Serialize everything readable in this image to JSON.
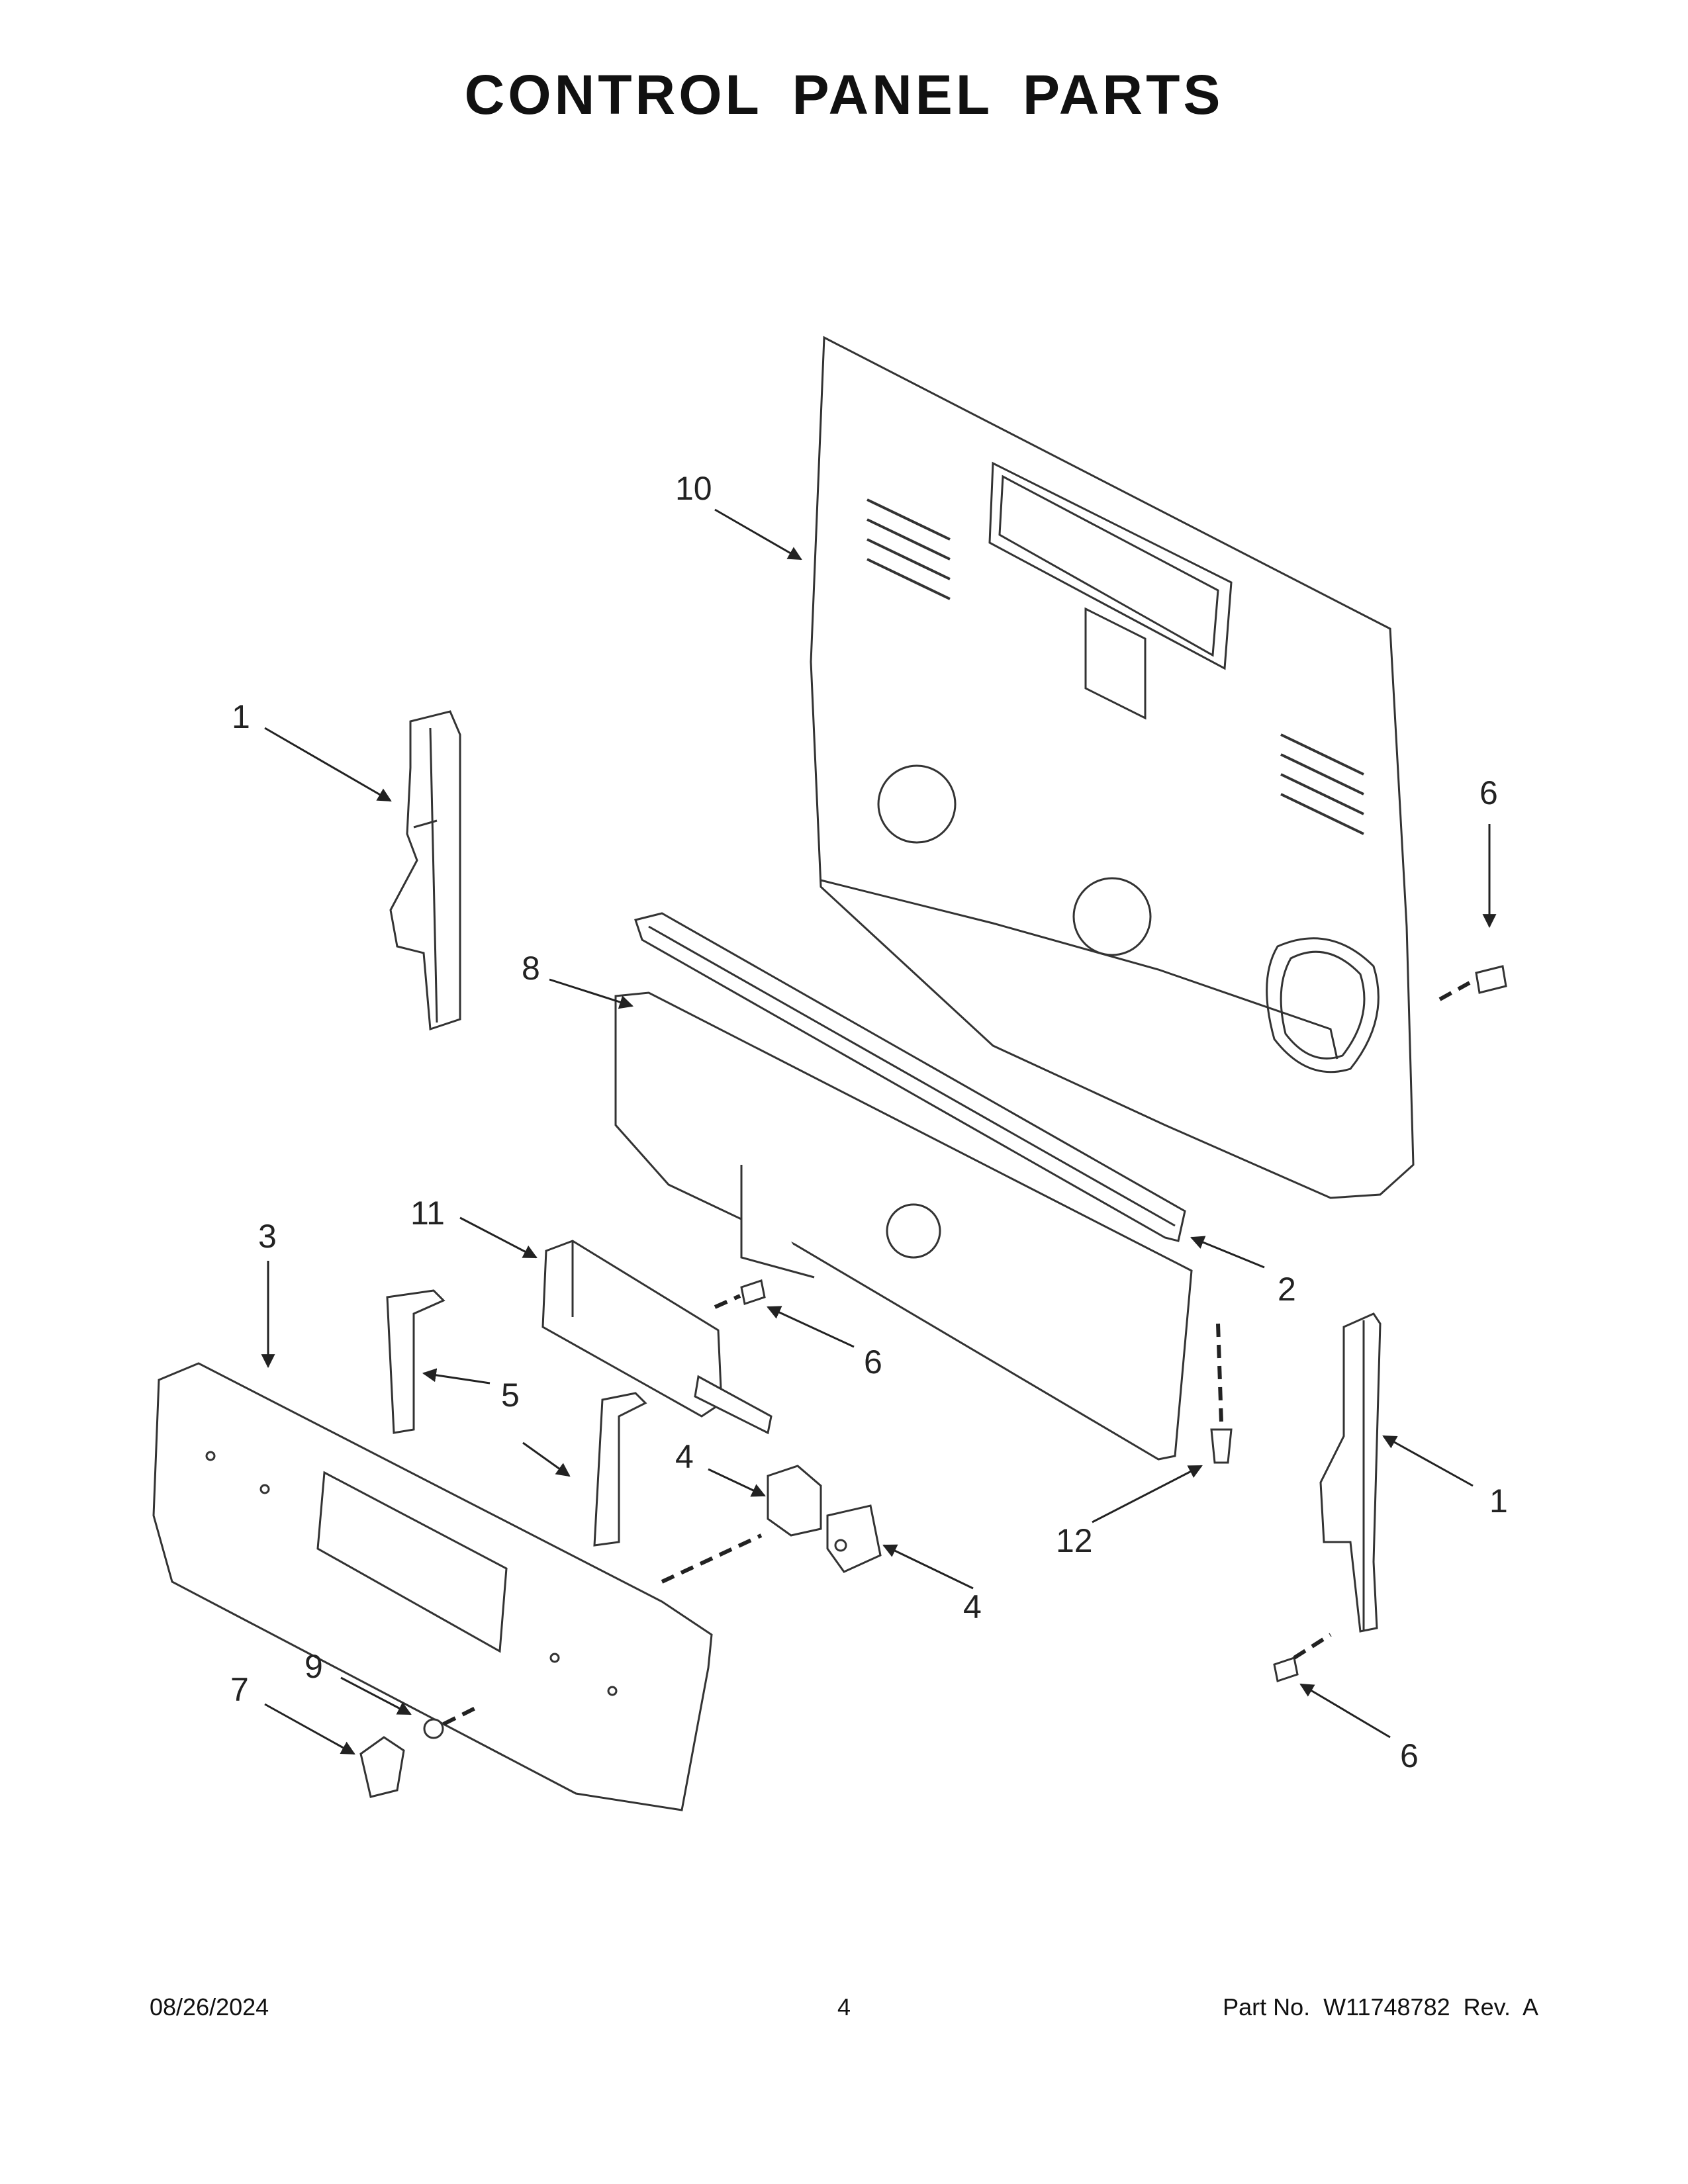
{
  "page": {
    "title": "CONTROL PANEL PARTS"
  },
  "callouts": {
    "c10": "10",
    "c1_left": "1",
    "c6_top": "6",
    "c8": "8",
    "c3": "3",
    "c11": "11",
    "c2": "2",
    "c6_mid": "6",
    "c5": "5",
    "c1_right": "1",
    "c4_top": "4",
    "c12": "12",
    "c4_bottom": "4",
    "c7": "7",
    "c9": "9",
    "c6_bottom": "6"
  },
  "footer": {
    "date": "08/26/2024",
    "page_number": "4",
    "part_info": "Part No.  W11748782  Rev.  A"
  }
}
